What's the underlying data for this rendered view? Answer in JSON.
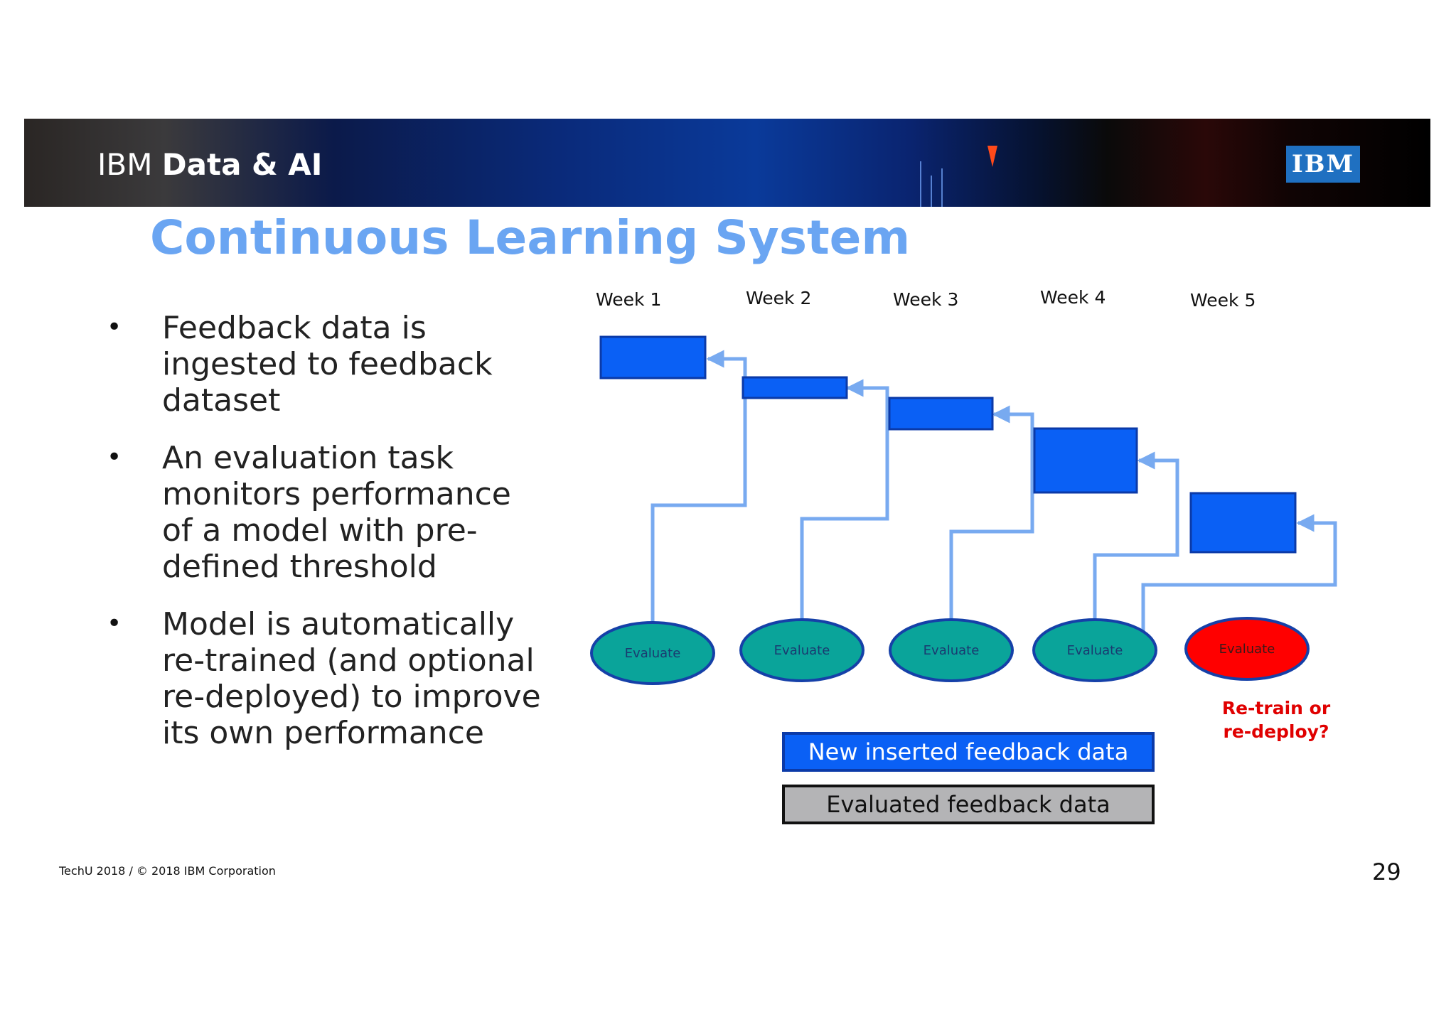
{
  "banner": {
    "brand_light": "IBM",
    "brand_bold": "Data & AI",
    "logo_text": "IBM"
  },
  "title": "Continuous Learning System",
  "bullets": [
    "Feedback data is ingested to feedback dataset",
    "An evaluation task monitors performance of a model with pre-defined threshold",
    "Model is automatically re-trained (and optional re-deployed) to improve its own performance"
  ],
  "diagram": {
    "weeks": [
      "Week 1",
      "Week 2",
      "Week 3",
      "Week 4",
      "Week 5"
    ],
    "evaluate_nodes": [
      "Evaluate",
      "Evaluate",
      "Evaluate",
      "Evaluate",
      "Evaluate"
    ],
    "retrain_note": "Re-train or re-deploy?"
  },
  "legend": {
    "new": "New inserted feedback data",
    "evaluated": "Evaluated feedback data"
  },
  "colors": {
    "title": "#6aa5f2",
    "data_block": "#0a60f5",
    "data_block_border": "#0b3aa8",
    "evaluate_ok": "#0aa49a",
    "evaluate_alert": "#ff0000",
    "connector": "#78aaf0",
    "alert_text": "#e00000"
  },
  "footer": {
    "copyright": "TechU 2018 / © 2018 IBM Corporation",
    "page_number": "29"
  }
}
